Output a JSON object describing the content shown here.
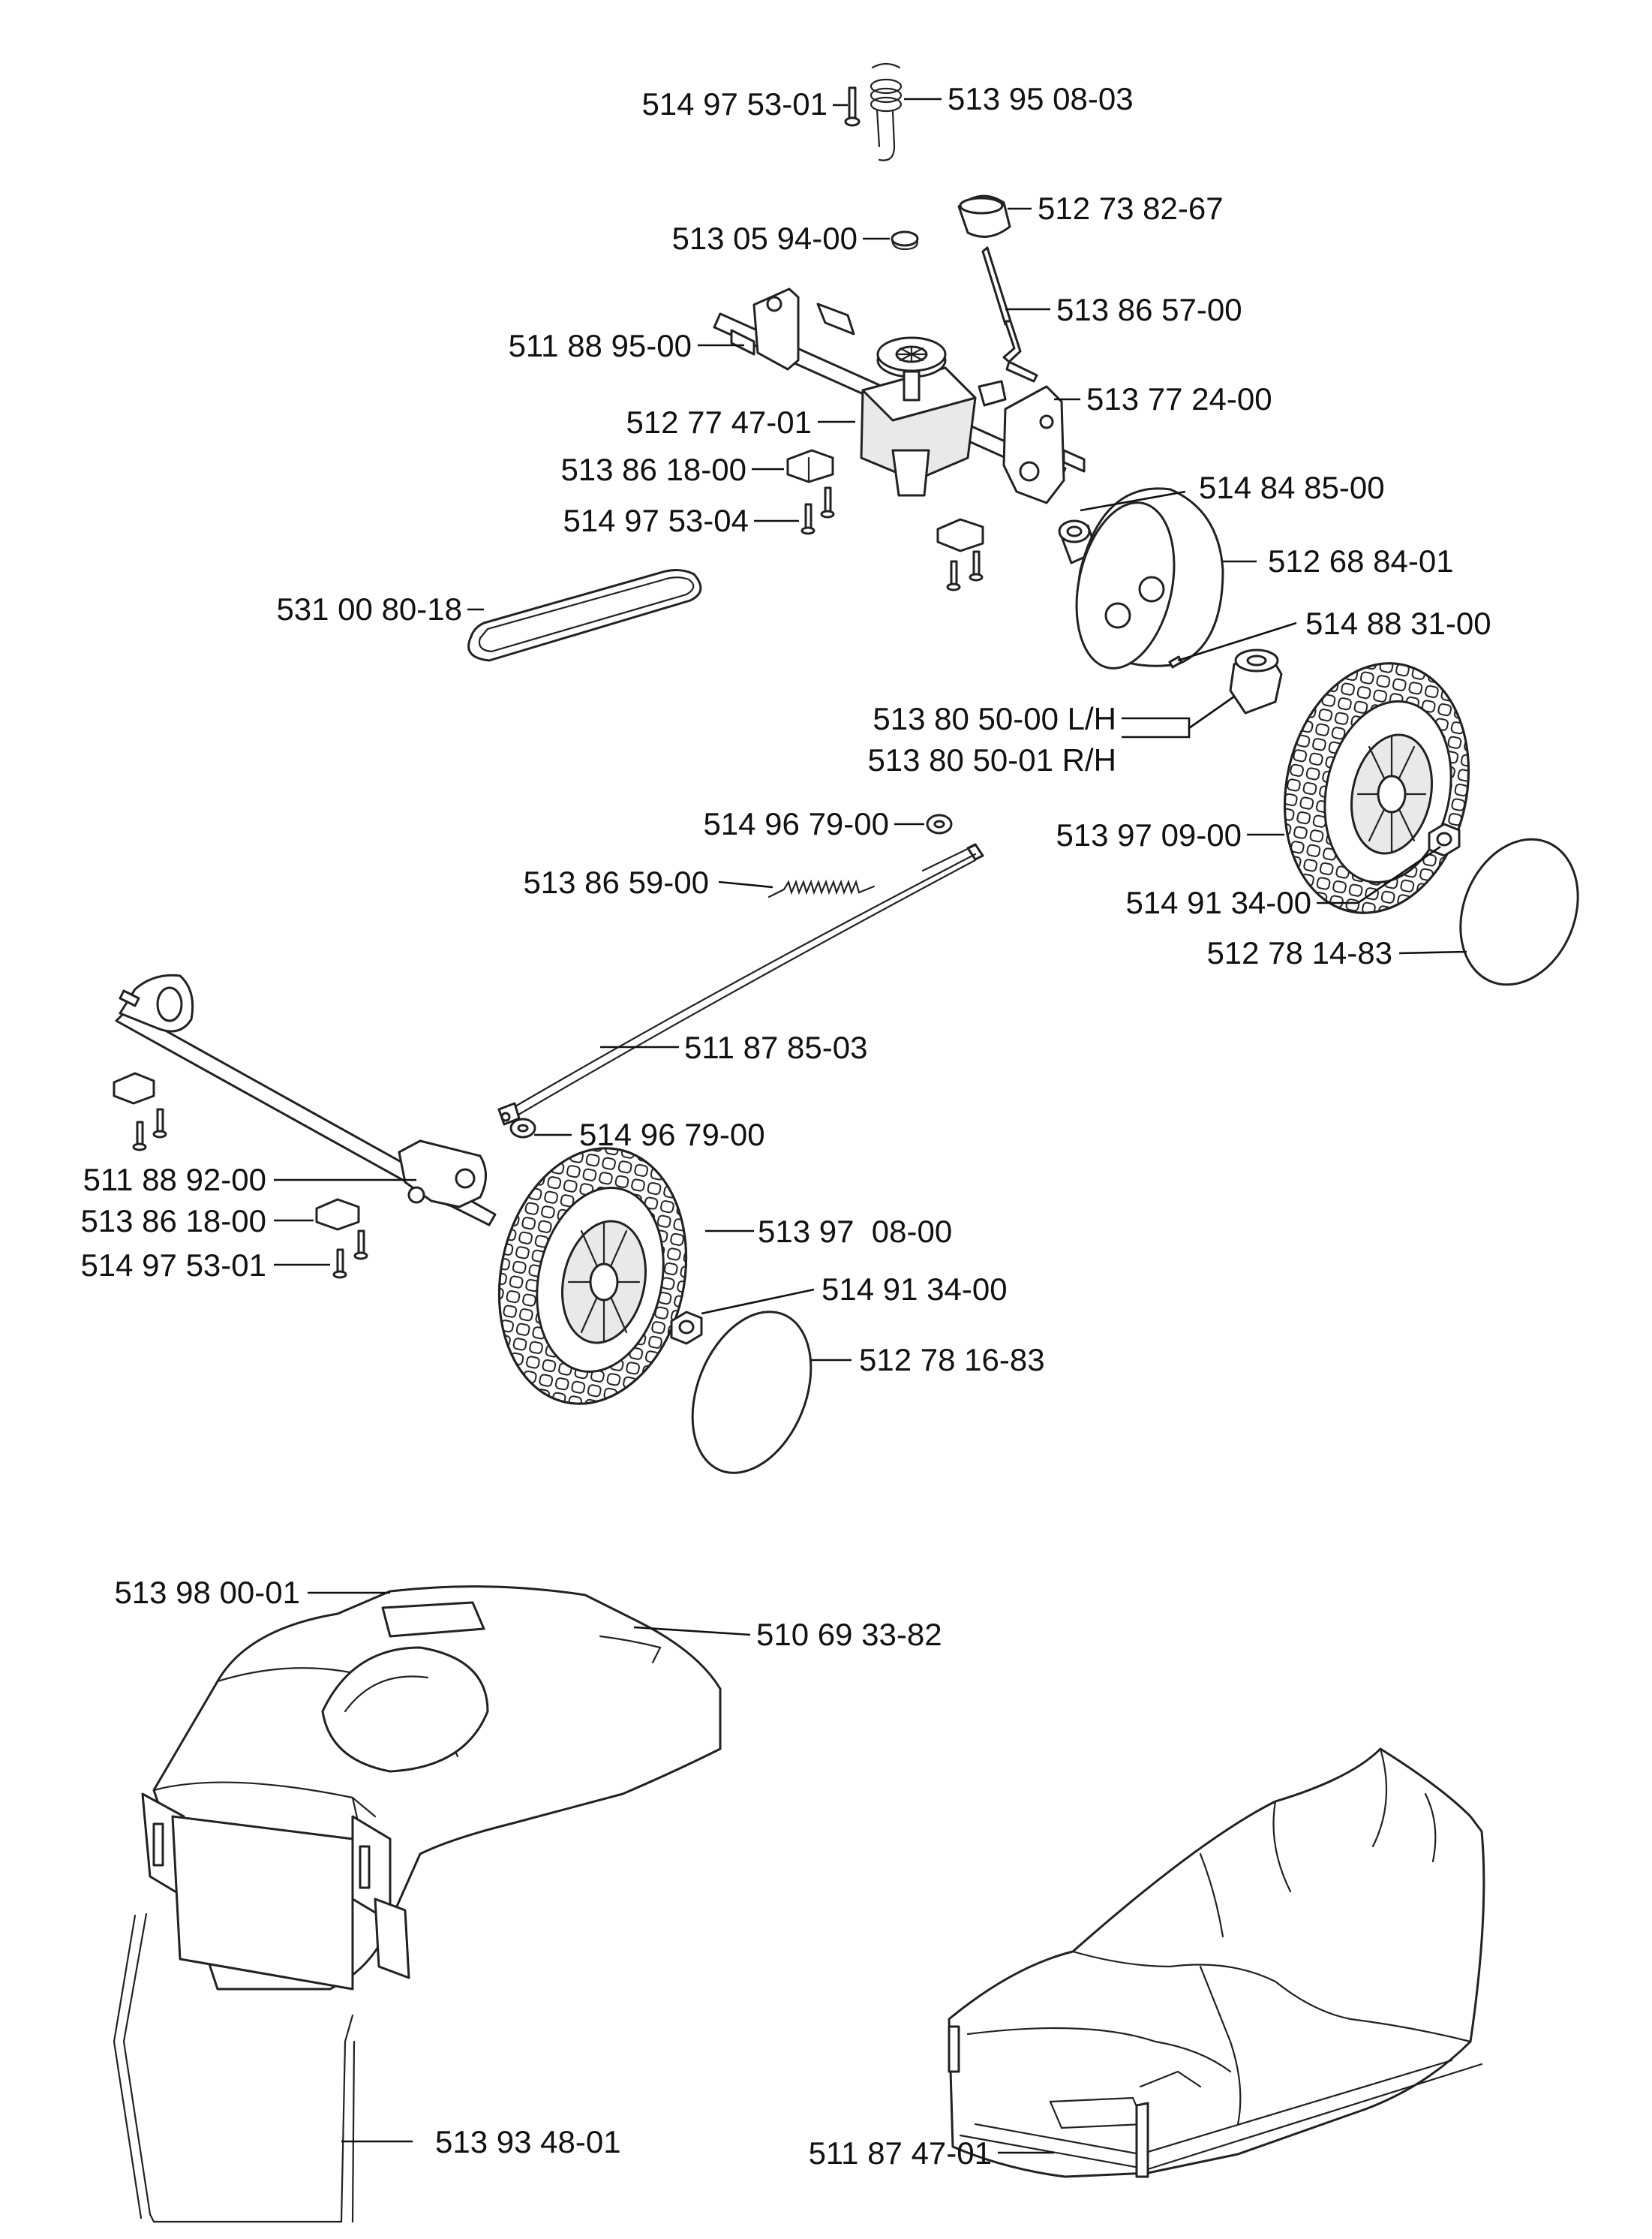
{
  "labels": {
    "p514975301_top": "514 97 53-01",
    "p513950803": "513 95 08-03",
    "p512738267": "512 73 82-67",
    "p513059400": "513 05 94-00",
    "p513865700": "513 86 57-00",
    "p511889500": "511 88 95-00",
    "p513772400": "513 77 24-00",
    "p512774701": "512 77 47-01",
    "p513861800_top": "513 86 18-00",
    "p514848500": "514 84 85-00",
    "p514975304": "514 97 53-04",
    "p512688401": "512 68 84-01",
    "p531008018": "531 00 80-18",
    "p514883100": "514 88 31-00",
    "p513805000": "513 80 50-00 L/H",
    "p513805001": "513 80 50-01 R/H",
    "p514967900_top": "514 96 79-00",
    "p513970900": "513 97 09-00",
    "p513865900": "513 86 59-00",
    "p514913400_top": "514 91 34-00",
    "p512781483": "512 78 14-83",
    "p511878503": "511 87 85-03",
    "p514967900_bot": "514 96 79-00",
    "p511889200": "511 88 92-00",
    "p513861800_bot": "513 86 18-00",
    "p513970800": "513 97  08-00",
    "p514975301_bot": "514 97 53-01",
    "p514913400_bot": "514 91 34-00",
    "p512781683": "512 78 16-83",
    "p513980001": "513 98 00-01",
    "p510693382": "510 69 33-82",
    "p513934801": "513 93 48-01",
    "p511874701": "511 87 47-01"
  }
}
